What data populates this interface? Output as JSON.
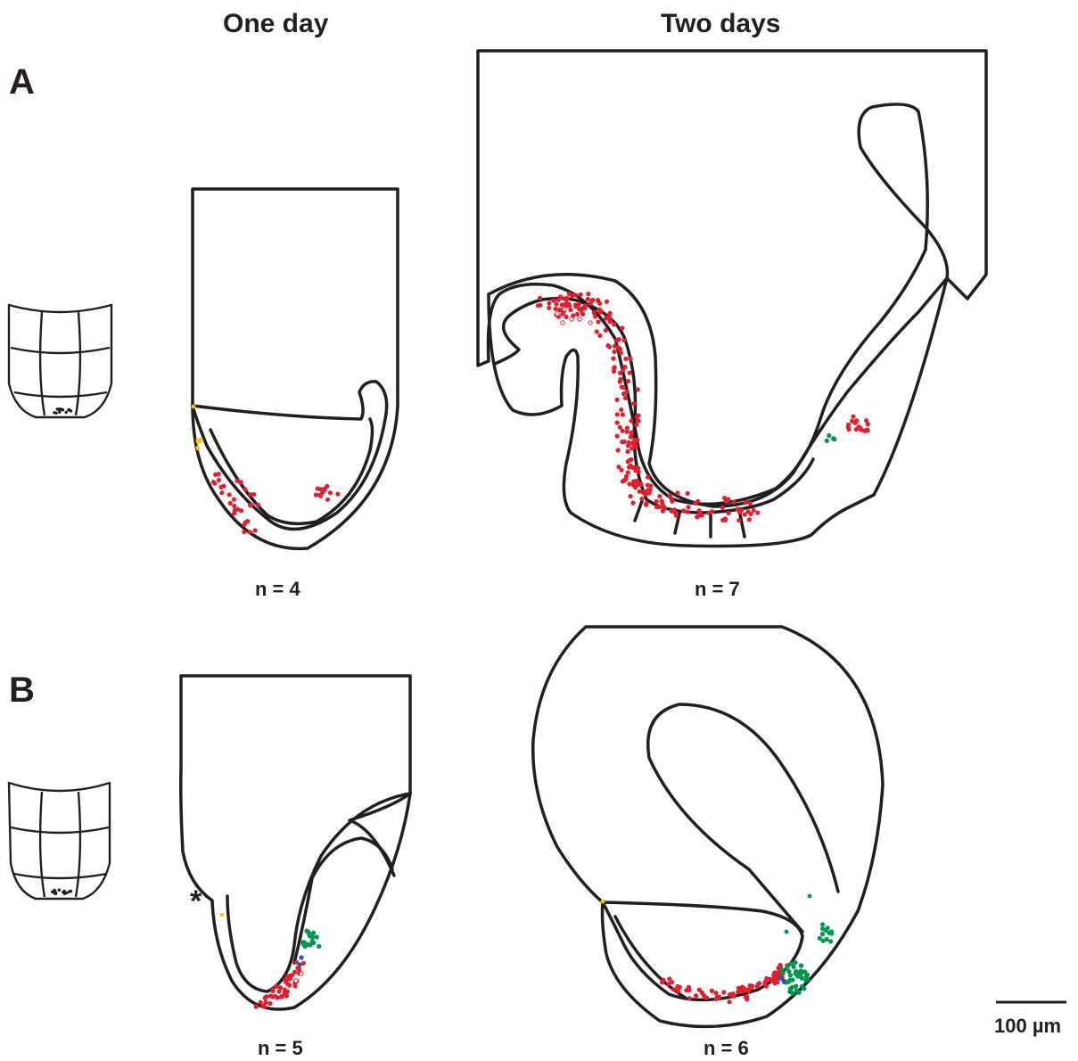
{
  "columns": {
    "one_day": "One day",
    "two_days": "Two days"
  },
  "panels": {
    "a": "A",
    "b": "B"
  },
  "counts": {
    "a_one_day": "n = 4",
    "a_two_days": "n = 7",
    "b_one_day": "n = 5",
    "b_two_days": "n = 6"
  },
  "scale_bar": {
    "label": "100 µm"
  },
  "marker": "*",
  "colors": {
    "outline": "#231f20",
    "red_cells": "#e0202e",
    "green_cells": "#00964b",
    "blue_cells": "#2a56a6",
    "yellow_cells": "#f7c118",
    "fate_map_dots": "#231f20"
  }
}
